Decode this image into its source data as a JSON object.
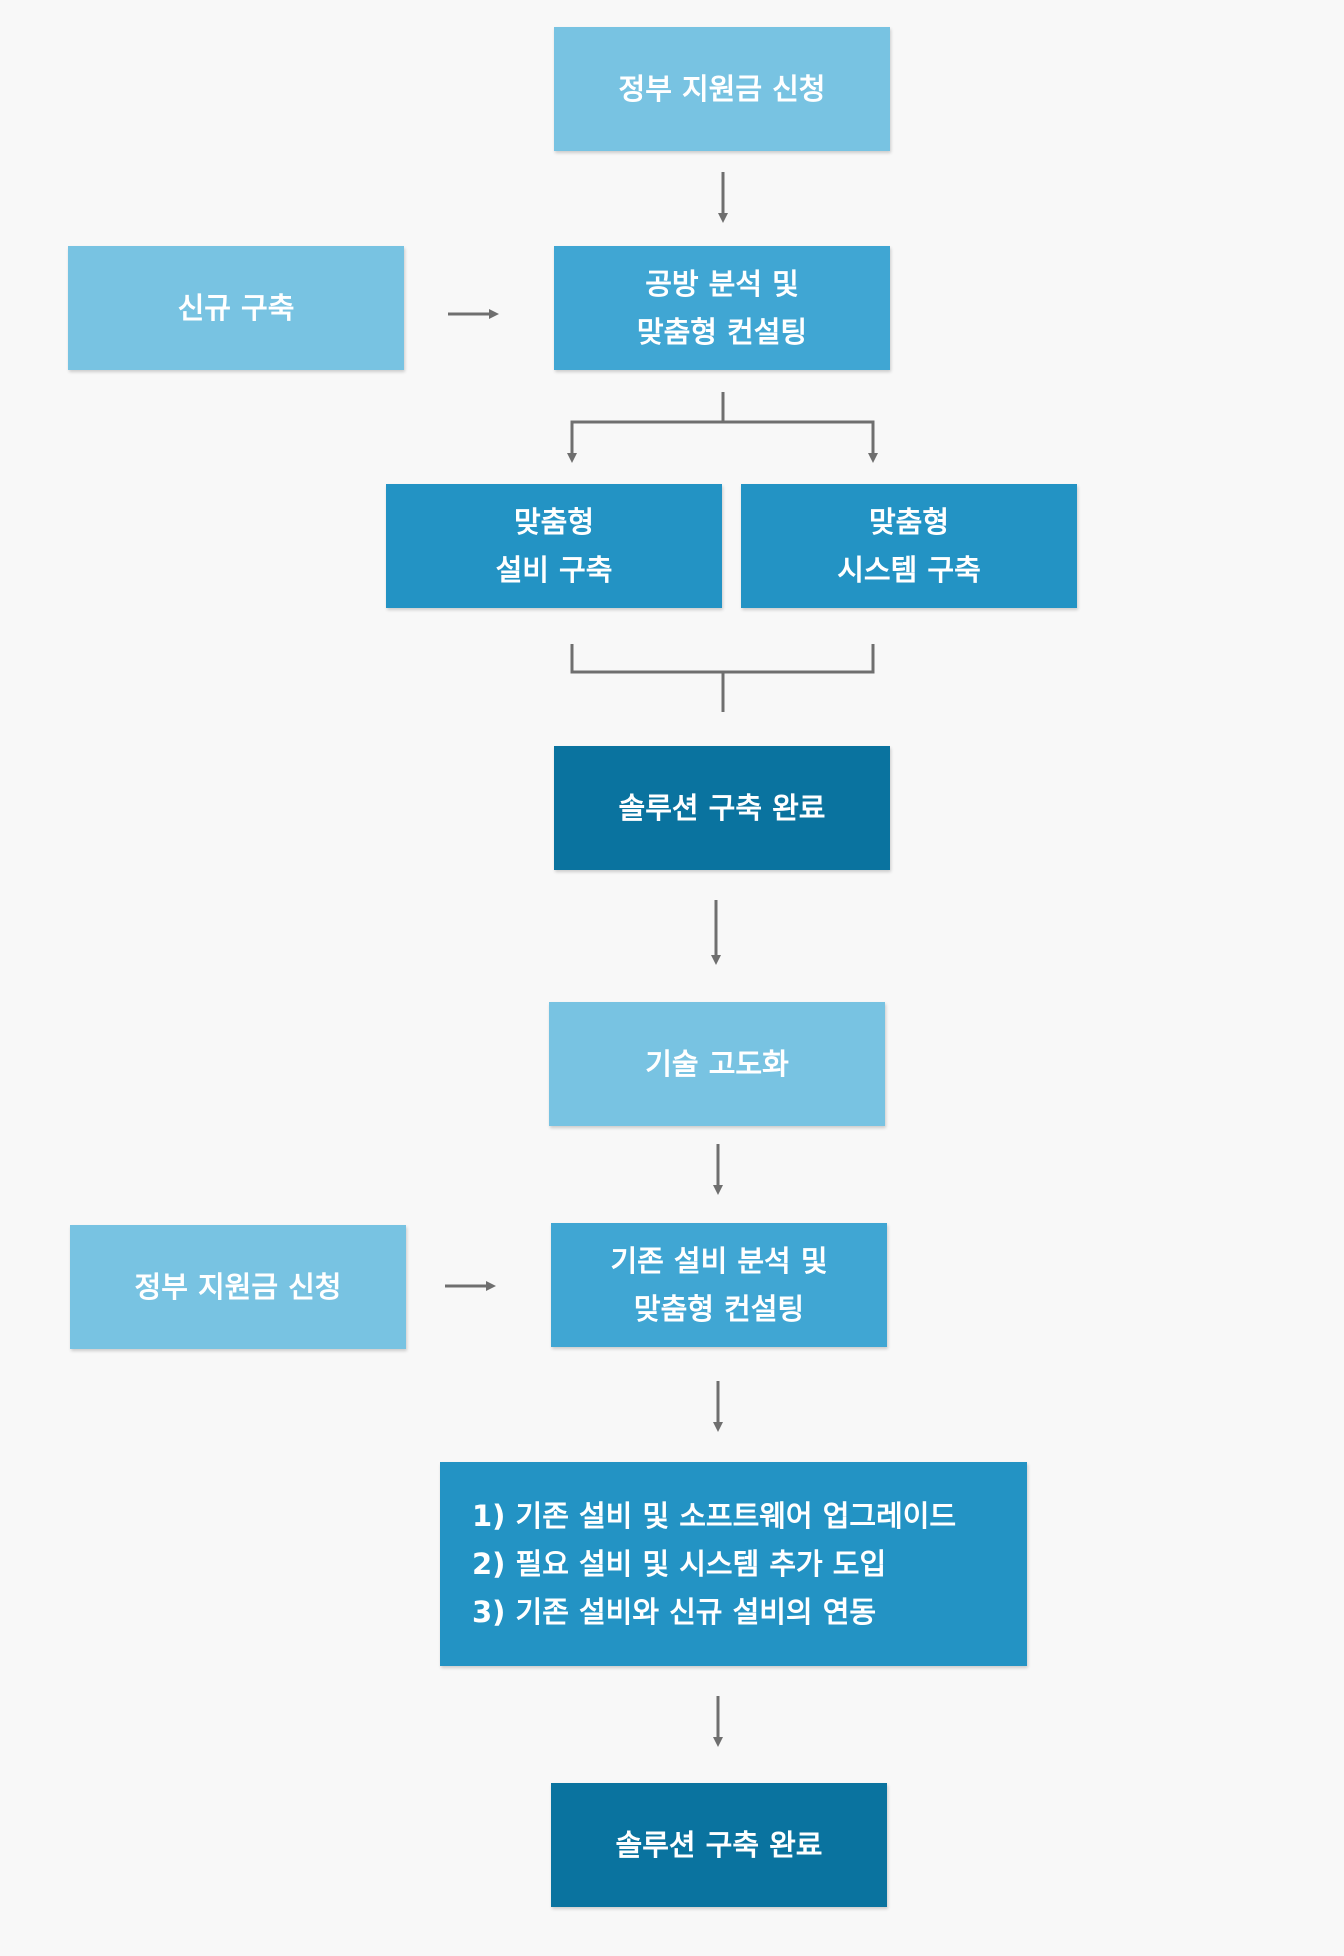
{
  "colors": {
    "light": "#78c3e2",
    "medium": "#40a6d3",
    "strong": "#2393c4",
    "dark": "#0a739f",
    "connector": "#6f6f6f",
    "background": "#f8f8f8"
  },
  "flow1": {
    "apply": "정부 지원금 신청",
    "new_build": "신규 구축",
    "consult_line1": "공방 분석 및",
    "consult_line2": "맞춤형 컨설팅",
    "equip_line1": "맞춤형",
    "equip_line2": "설비 구축",
    "system_line1": "맞춤형",
    "system_line2": "시스템 구축",
    "complete": "솔루션 구축 완료"
  },
  "flow2": {
    "advance": "기술 고도화",
    "apply": "정부 지원금 신청",
    "consult_line1": "기존 설비 분석 및",
    "consult_line2": "맞춤형 컨설팅",
    "steps": [
      "1) 기존 설비 및 소프트웨어 업그레이드",
      "2) 필요 설비 및 시스템 추가 도입",
      "3) 기존 설비와 신규 설비의 연동"
    ],
    "complete": "솔루션 구축 완료"
  }
}
